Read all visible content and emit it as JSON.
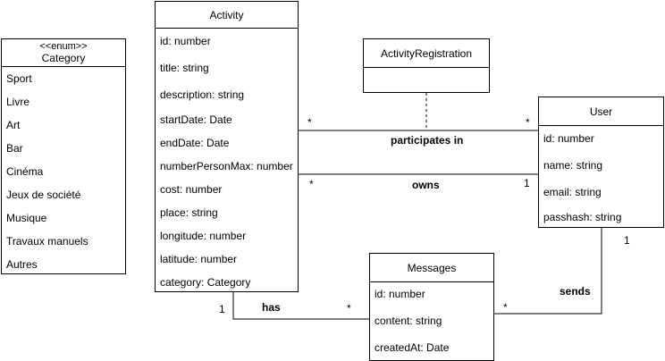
{
  "classes": {
    "category": {
      "stereotype": "<<enum>>",
      "name": "Category",
      "fields": [
        "Sport",
        "Livre",
        "Art",
        "Bar",
        "Cinéma",
        "Jeux de société",
        "Musique",
        "Travaux manuels",
        "Autres"
      ]
    },
    "activity": {
      "name": "Activity",
      "fields": [
        "id: number",
        "title: string",
        "description: string",
        "startDate: Date",
        "endDate: Date",
        "numberPersonMax: number",
        "cost: number",
        "place: string",
        "longitude: number",
        "latitude: number",
        "category: Category"
      ]
    },
    "activity_registration": {
      "name": "ActivityRegistration",
      "fields": []
    },
    "user": {
      "name": "User",
      "fields": [
        "id: number",
        "name: string",
        "email: string",
        "passhash: string"
      ]
    },
    "messages": {
      "name": "Messages",
      "fields": [
        "id: number",
        "content: string",
        "createdAt: Date"
      ]
    }
  },
  "associations": {
    "participates": {
      "label": "participates in",
      "mult_activity": "*",
      "mult_user": "*"
    },
    "owns": {
      "label": "owns",
      "mult_activity": "*",
      "mult_user": "1"
    },
    "has": {
      "label": "has",
      "mult_activity": "1",
      "mult_messages": "*"
    },
    "sends": {
      "label": "sends",
      "mult_user": "1",
      "mult_messages": "*"
    }
  }
}
